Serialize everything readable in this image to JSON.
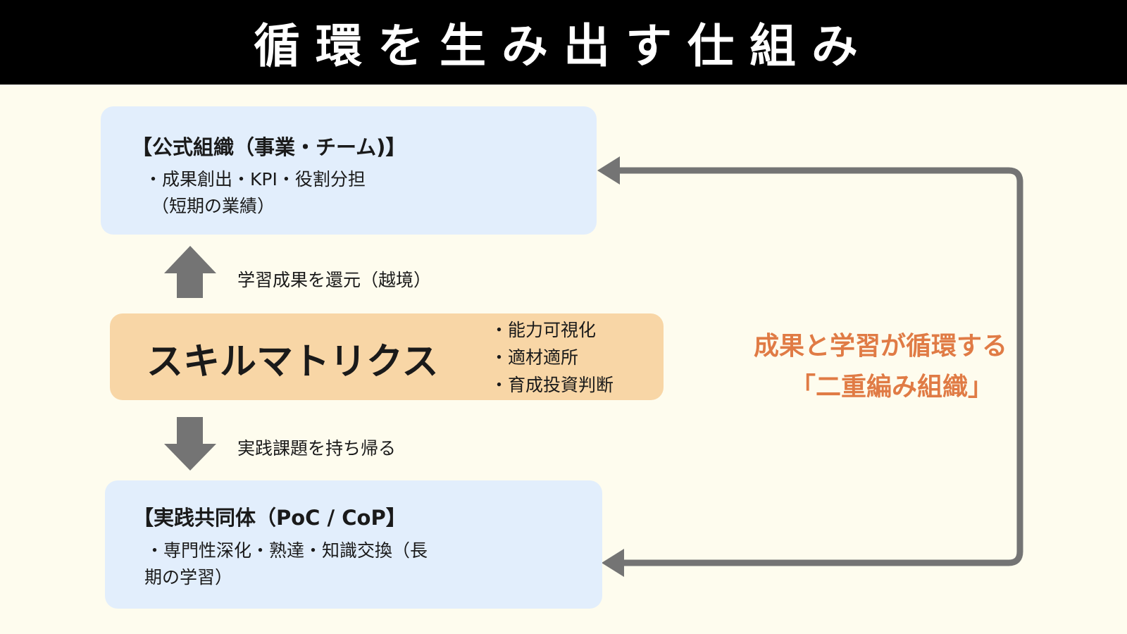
{
  "title": "循環を生み出す仕組み",
  "formal_org": {
    "heading": "【公式組織（事業・チーム)】",
    "line1": "・成果創出・KPI・役割分担",
    "line2": "（短期の業績）"
  },
  "up_arrow_label": "学習成果を還元（越境）",
  "skill_matrix": {
    "title": "スキルマトリクス",
    "bullets": [
      "・能力可視化",
      "・適材適所",
      "・育成投資判断"
    ]
  },
  "down_arrow_label": "実践課題を持ち帰る",
  "practice_community": {
    "heading": "【実践共同体（PoC / CoP】",
    "line1": "・専門性深化・熟達・知識交換（長",
    "line2": "期の学習）"
  },
  "side_note": {
    "line1": "成果と学習が循環する",
    "line2": "「二重編み組織」"
  },
  "colors": {
    "accent": "#e07b45",
    "arrow": "#747474",
    "blue_box": "#e2eefc",
    "orange_box": "#f8d6a6"
  }
}
